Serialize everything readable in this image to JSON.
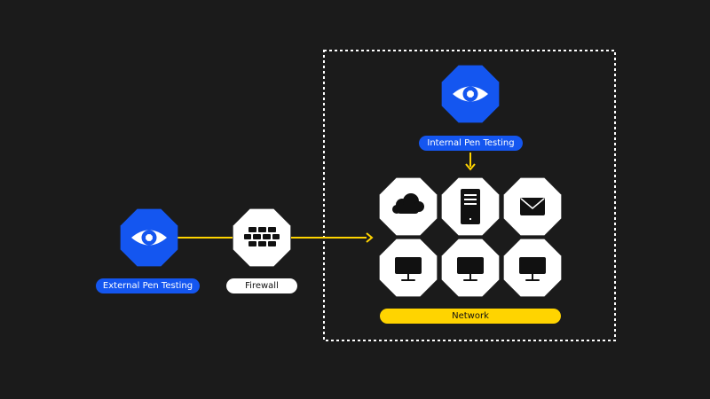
{
  "colors": {
    "background": "#1b1b1b",
    "accent_blue": "#1456f0",
    "accent_yellow": "#ffd400",
    "node_white": "#ffffff",
    "icon_dark": "#111111"
  },
  "labels": {
    "external": "External Pen Testing",
    "firewall": "Firewall",
    "internal": "Internal Pen Testing",
    "network": "Network"
  },
  "icons": {
    "external_node": "eye-icon",
    "firewall_node": "brick-wall-icon",
    "internal_node": "eye-icon",
    "network_nodes": [
      "cloud-icon",
      "server-icon",
      "mail-icon",
      "monitor-icon",
      "monitor-icon",
      "monitor-icon"
    ]
  }
}
